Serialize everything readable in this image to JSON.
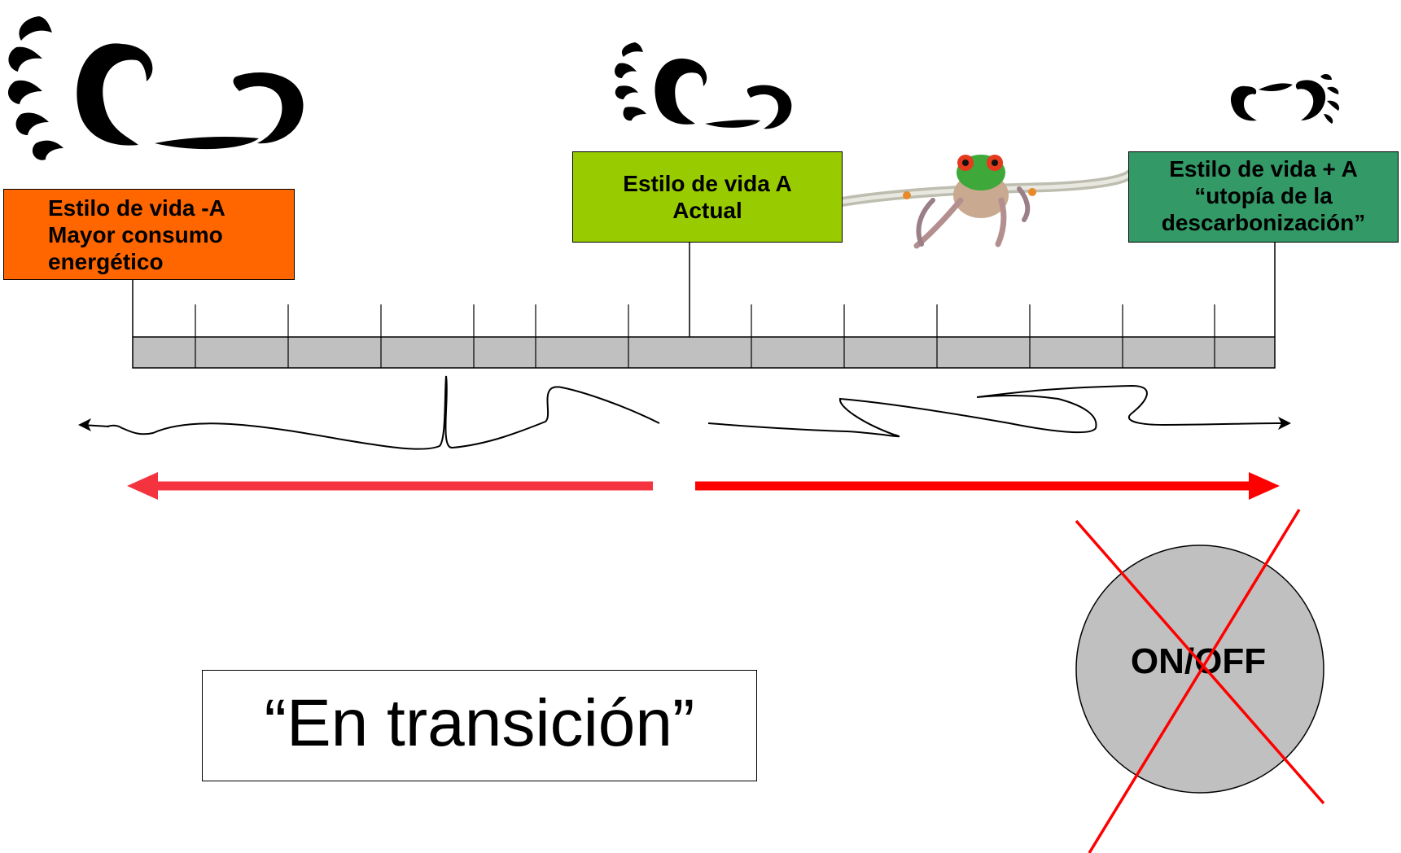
{
  "boxes": {
    "left": [
      "Estilo de vida -A",
      "Mayor consumo",
      "energético"
    ],
    "middle": [
      "Estilo de vida A",
      "Actual"
    ],
    "right": [
      "Estilo de vida + A",
      "“utopía de la",
      "descarbonización”"
    ]
  },
  "transition_label": "“En transición”",
  "switch_label": "ON/OFF",
  "colors": {
    "left_box": "#ff6600",
    "middle_box": "#99cc00",
    "right_box": "#339966",
    "arrow_red": "#ff0000",
    "switch_grey": "#c0c0c0",
    "bar_grey": "#c0c0c0"
  },
  "icons": [
    "carbon-footprint-large-icon",
    "carbon-footprint-medium-icon",
    "carbon-footprint-small-icon",
    "frog-on-branch-image"
  ]
}
